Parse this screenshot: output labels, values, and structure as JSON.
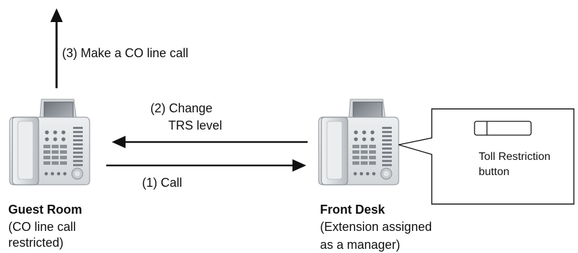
{
  "labels": {
    "step3": "(3) Make a CO line call",
    "step2_line1": "(2) Change",
    "step2_line2": "TRS level",
    "step1": "(1) Call",
    "guest_title": "Guest Room",
    "guest_sub1": "(CO line call",
    "guest_sub2": "restricted)",
    "front_title": "Front Desk",
    "front_sub1": "(Extension assigned",
    "front_sub2": "as a manager)",
    "callout_line1": "Toll Restriction",
    "callout_line2": "button"
  },
  "colors": {
    "arrow": "#111111",
    "phone_body": "#e4e6e8",
    "phone_shade": "#c9ccd0",
    "phone_dark": "#7a7f86",
    "screen": "#9ea3a9"
  }
}
